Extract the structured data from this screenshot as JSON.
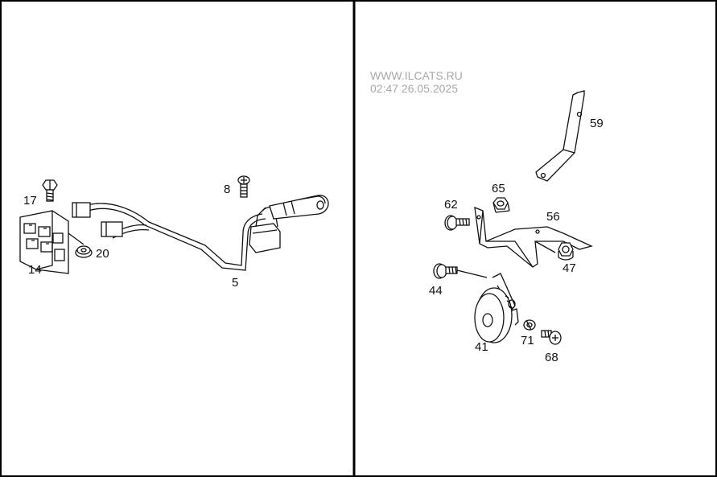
{
  "watermark": {
    "site": "WWW.ILCATS.RU",
    "timestamp": "02:47 26.05.2025"
  },
  "callouts": {
    "p5": "5",
    "p8": "8",
    "p14": "14",
    "p17": "17",
    "p20": "20",
    "p41": "41",
    "p44": "44",
    "p47": "47",
    "p56": "56",
    "p59": "59",
    "p62": "62",
    "p65": "65",
    "p68": "68",
    "p71": "71"
  },
  "colors": {
    "line": "#111111",
    "border": "#000000",
    "watermark": "#a8a8a8",
    "background": "#ffffff"
  }
}
